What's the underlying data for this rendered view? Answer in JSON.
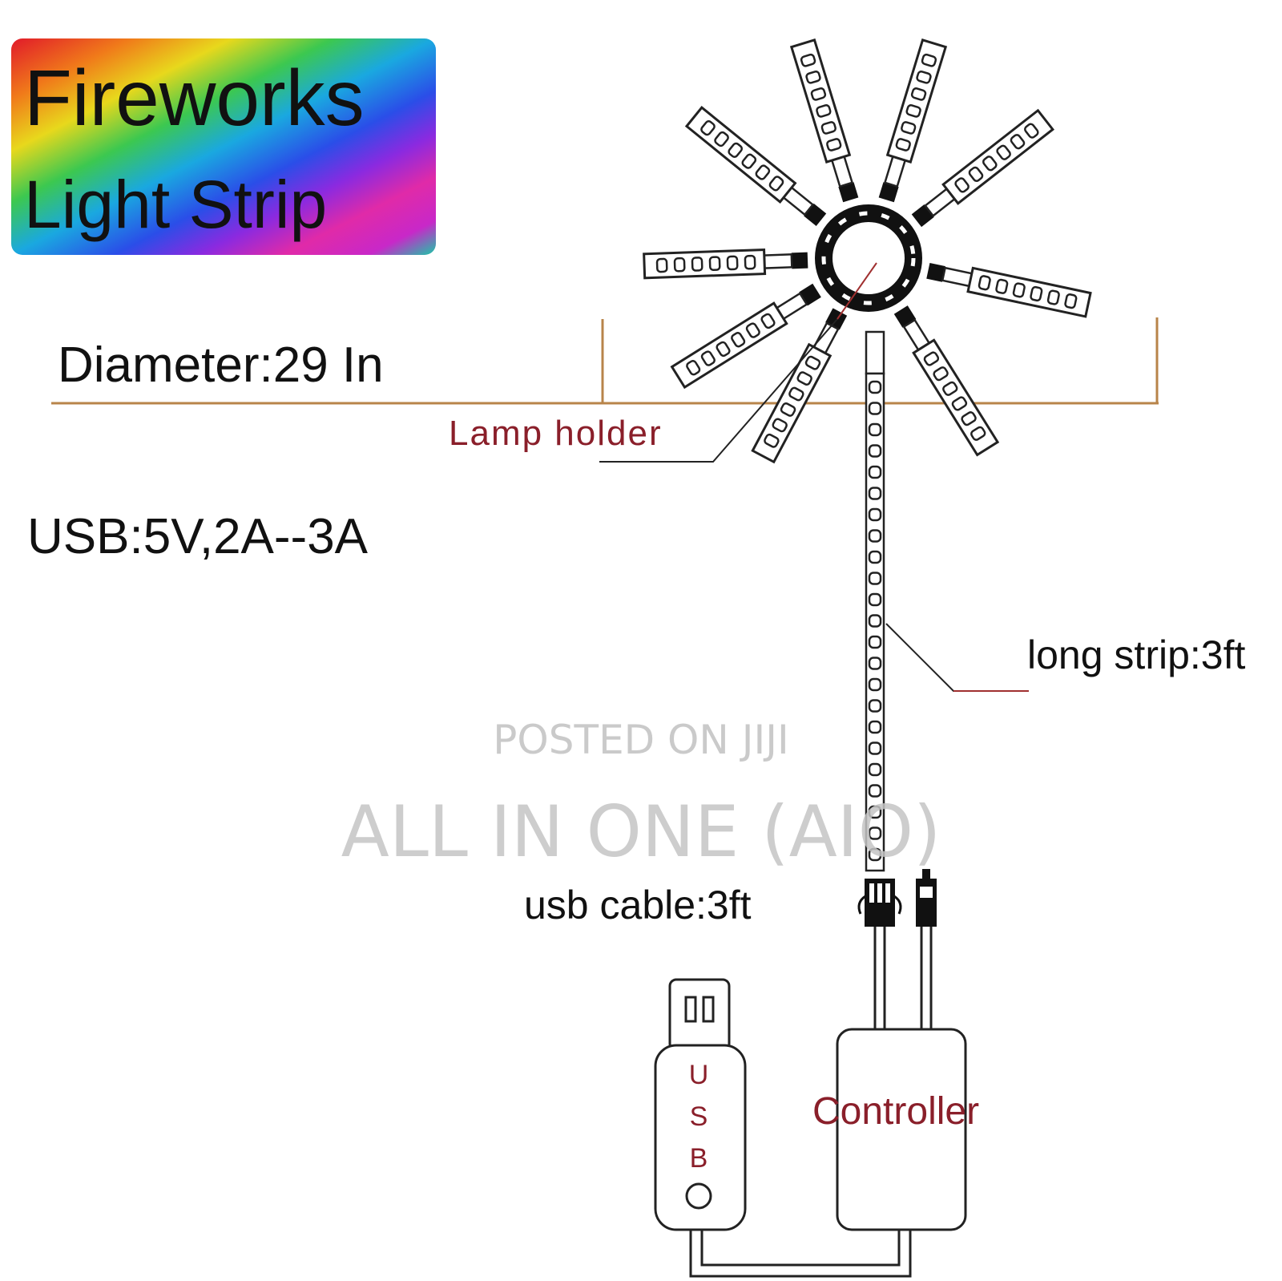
{
  "title": {
    "line1": "Fireworks",
    "line2": "Light Strip",
    "gradient": [
      "#e11a2a",
      "#f07a1a",
      "#e8d81c",
      "#3cc850",
      "#1aa8e0",
      "#2a4ee8",
      "#8a2ae0",
      "#e02aa8",
      "#c828c8",
      "#1ac8a8"
    ]
  },
  "labels": {
    "diameter": "Diameter:29 In",
    "lamp_holder": "Lamp holder",
    "usb_spec": "USB:5V,2A--3A",
    "long_strip": "long strip:3ft",
    "usb_cable": "usb cable:3ft",
    "controller": "Controller",
    "usb_letters": [
      "U",
      "S",
      "B"
    ]
  },
  "watermark": {
    "line1": "POSTED ON JIJI",
    "line2": "ALL IN ONE (AIO)"
  },
  "colors": {
    "line": "#222222",
    "diameter_line": "#b8844a",
    "label_red": "#8a1f2a",
    "leader_red": "#a03030",
    "watermark": "#c4c4c4"
  }
}
